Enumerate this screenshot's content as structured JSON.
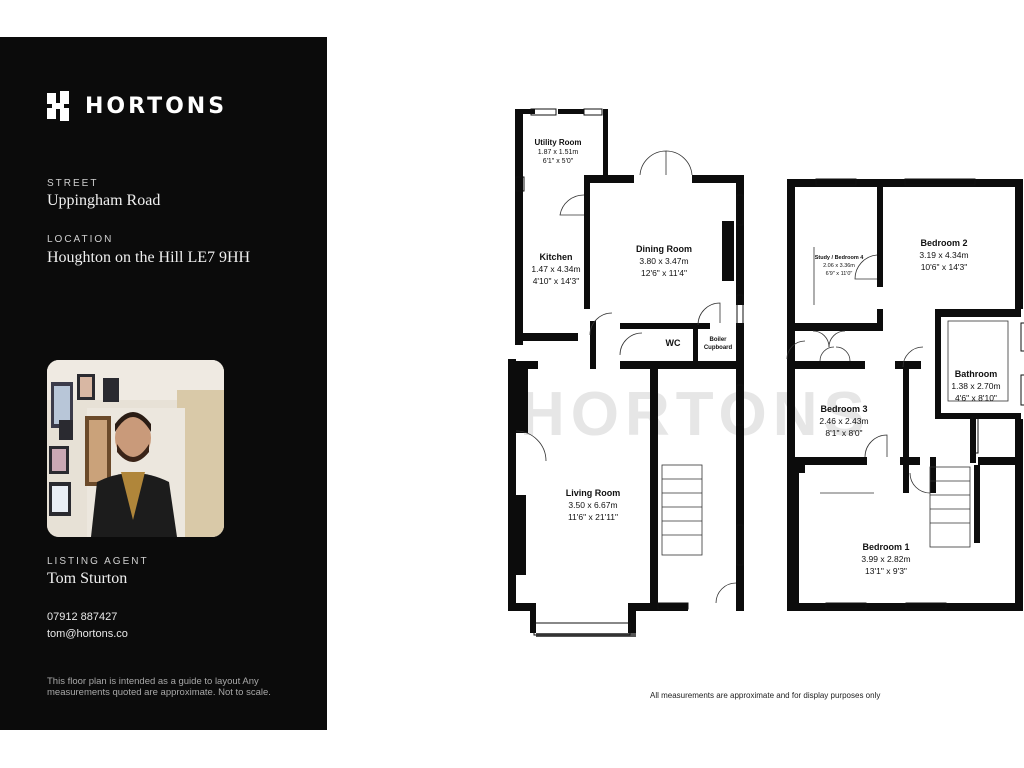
{
  "brand": {
    "name": "HORTONS",
    "logo_icon": "hortons-h-logo-icon"
  },
  "property": {
    "street_label": "STREET",
    "street": "Uppingham Road",
    "location_label": "LOCATION",
    "location": "Houghton on the Hill LE7 9HH"
  },
  "agent": {
    "label": "LISTING AGENT",
    "name": "Tom Sturton",
    "phone": "07912 887427",
    "email": "tom@hortons.co",
    "photo_icon": "agent-photo"
  },
  "disclaimer": "This floor plan is intended  as a guide to layout Any measurements quoted are approximate. Not to scale.",
  "floorplan": {
    "watermark": "HORTONS",
    "footnote": "All measurements are approximate and for display purposes only",
    "rooms": {
      "utility": {
        "name": "Utility Room",
        "metric": "1.87 x 1.51m",
        "imperial": "6'1\" x 5'0\""
      },
      "kitchen": {
        "name": "Kitchen",
        "metric": "1.47 x 4.34m",
        "imperial": "4'10\" x 14'3\""
      },
      "dining": {
        "name": "Dining Room",
        "metric": "3.80 x 3.47m",
        "imperial": "12'6\" x 11'4\""
      },
      "wc": {
        "name": "WC"
      },
      "boiler_line1": "Boiler",
      "boiler_line2": "Cupboard",
      "living": {
        "name": "Living Room",
        "metric": "3.50 x 6.67m",
        "imperial": "11'6\" x 21'11\""
      },
      "study": {
        "name": "Study / Bedroom 4",
        "metric": "2.06 x 3.36m",
        "imperial": "6'9\" x 11'0\""
      },
      "bedroom2": {
        "name": "Bedroom 2",
        "metric": "3.19 x 4.34m",
        "imperial": "10'6\" x 14'3\""
      },
      "bathroom": {
        "name": "Bathroom",
        "metric": "1.38 x 2.70m",
        "imperial": "4'6\" x 8'10\""
      },
      "bedroom3": {
        "name": "Bedroom 3",
        "metric": "2.46 x 2.43m",
        "imperial": "8'1\" x 8'0\""
      },
      "bedroom1": {
        "name": "Bedroom 1",
        "metric": "3.99 x 2.82m",
        "imperial": "13'1\" x 9'3\""
      }
    }
  }
}
